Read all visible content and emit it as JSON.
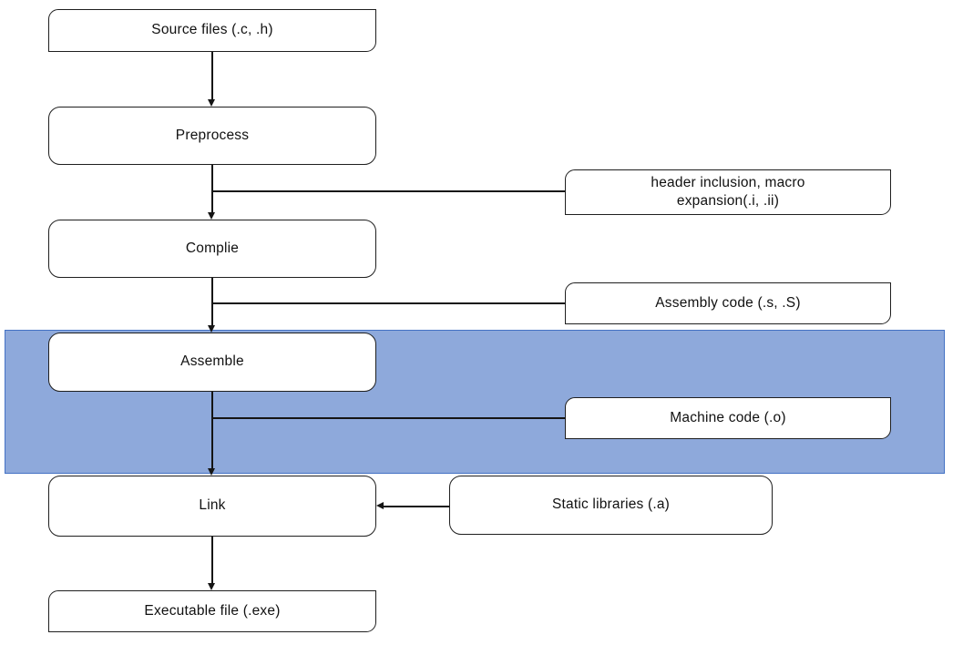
{
  "diagram": {
    "type": "flowchart",
    "subject": "C build pipeline",
    "nodes": {
      "source": {
        "label": "Source files (.c, .h)"
      },
      "preprocess": {
        "label": "Preprocess"
      },
      "header_note": {
        "label": "header inclusion, macro\nexpansion(.i, .ii)"
      },
      "compile": {
        "label": "Complie"
      },
      "assembly_note": {
        "label": "Assembly code (.s, .S)"
      },
      "assemble": {
        "label": "Assemble"
      },
      "machine_note": {
        "label": "Machine code (.o)"
      },
      "link": {
        "label": "Link"
      },
      "static_libraries": {
        "label": "Static libraries (.a)"
      },
      "executable": {
        "label": "Executable file (.exe)"
      }
    },
    "edges": [
      {
        "from": "source",
        "to": "preprocess"
      },
      {
        "from": "preprocess",
        "to": "compile"
      },
      {
        "from": "preprocess",
        "to": "header_note",
        "style": "branch-right"
      },
      {
        "from": "compile",
        "to": "assemble"
      },
      {
        "from": "compile",
        "to": "assembly_note",
        "style": "branch-right"
      },
      {
        "from": "assemble",
        "to": "link"
      },
      {
        "from": "assemble",
        "to": "machine_note",
        "style": "branch-right"
      },
      {
        "from": "static_libraries",
        "to": "link"
      },
      {
        "from": "link",
        "to": "executable"
      }
    ],
    "highlight_band": {
      "around": "assemble",
      "fill": "#8EA9DB",
      "border": "#4472C4"
    },
    "colors": {
      "box_fill": "#FFFFFF",
      "box_border": "#1F1F1F",
      "connector": "#151515"
    }
  }
}
